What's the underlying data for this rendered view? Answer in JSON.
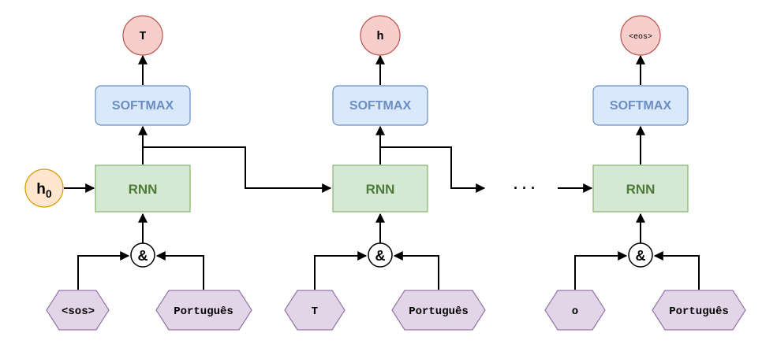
{
  "colors": {
    "output_fill": "#f8cecc",
    "output_stroke": "#b85450",
    "softmax_fill": "#dae8fc",
    "softmax_stroke": "#6c8ebf",
    "softmax_text": "#6c8ebf",
    "rnn_fill": "#d5e8d4",
    "rnn_stroke": "#82b366",
    "rnn_text": "#4e7a3a",
    "input_fill": "#e1d5e7",
    "input_stroke": "#9673a6",
    "h0_fill": "#ffe6cc",
    "h0_stroke": "#d79b00"
  },
  "initial_state": {
    "label": "h",
    "subscript": "0"
  },
  "ellipsis": "· · ·",
  "steps": [
    {
      "output": "T",
      "softmax": "SOFTMAX",
      "rnn": "RNN",
      "combine": "&",
      "token": "<sos>",
      "language": "Português"
    },
    {
      "output": "h",
      "softmax": "SOFTMAX",
      "rnn": "RNN",
      "combine": "&",
      "token": "T",
      "language": "Português"
    },
    {
      "output": "<eos>",
      "softmax": "SOFTMAX",
      "rnn": "RNN",
      "combine": "&",
      "token": "o",
      "language": "Português"
    }
  ]
}
